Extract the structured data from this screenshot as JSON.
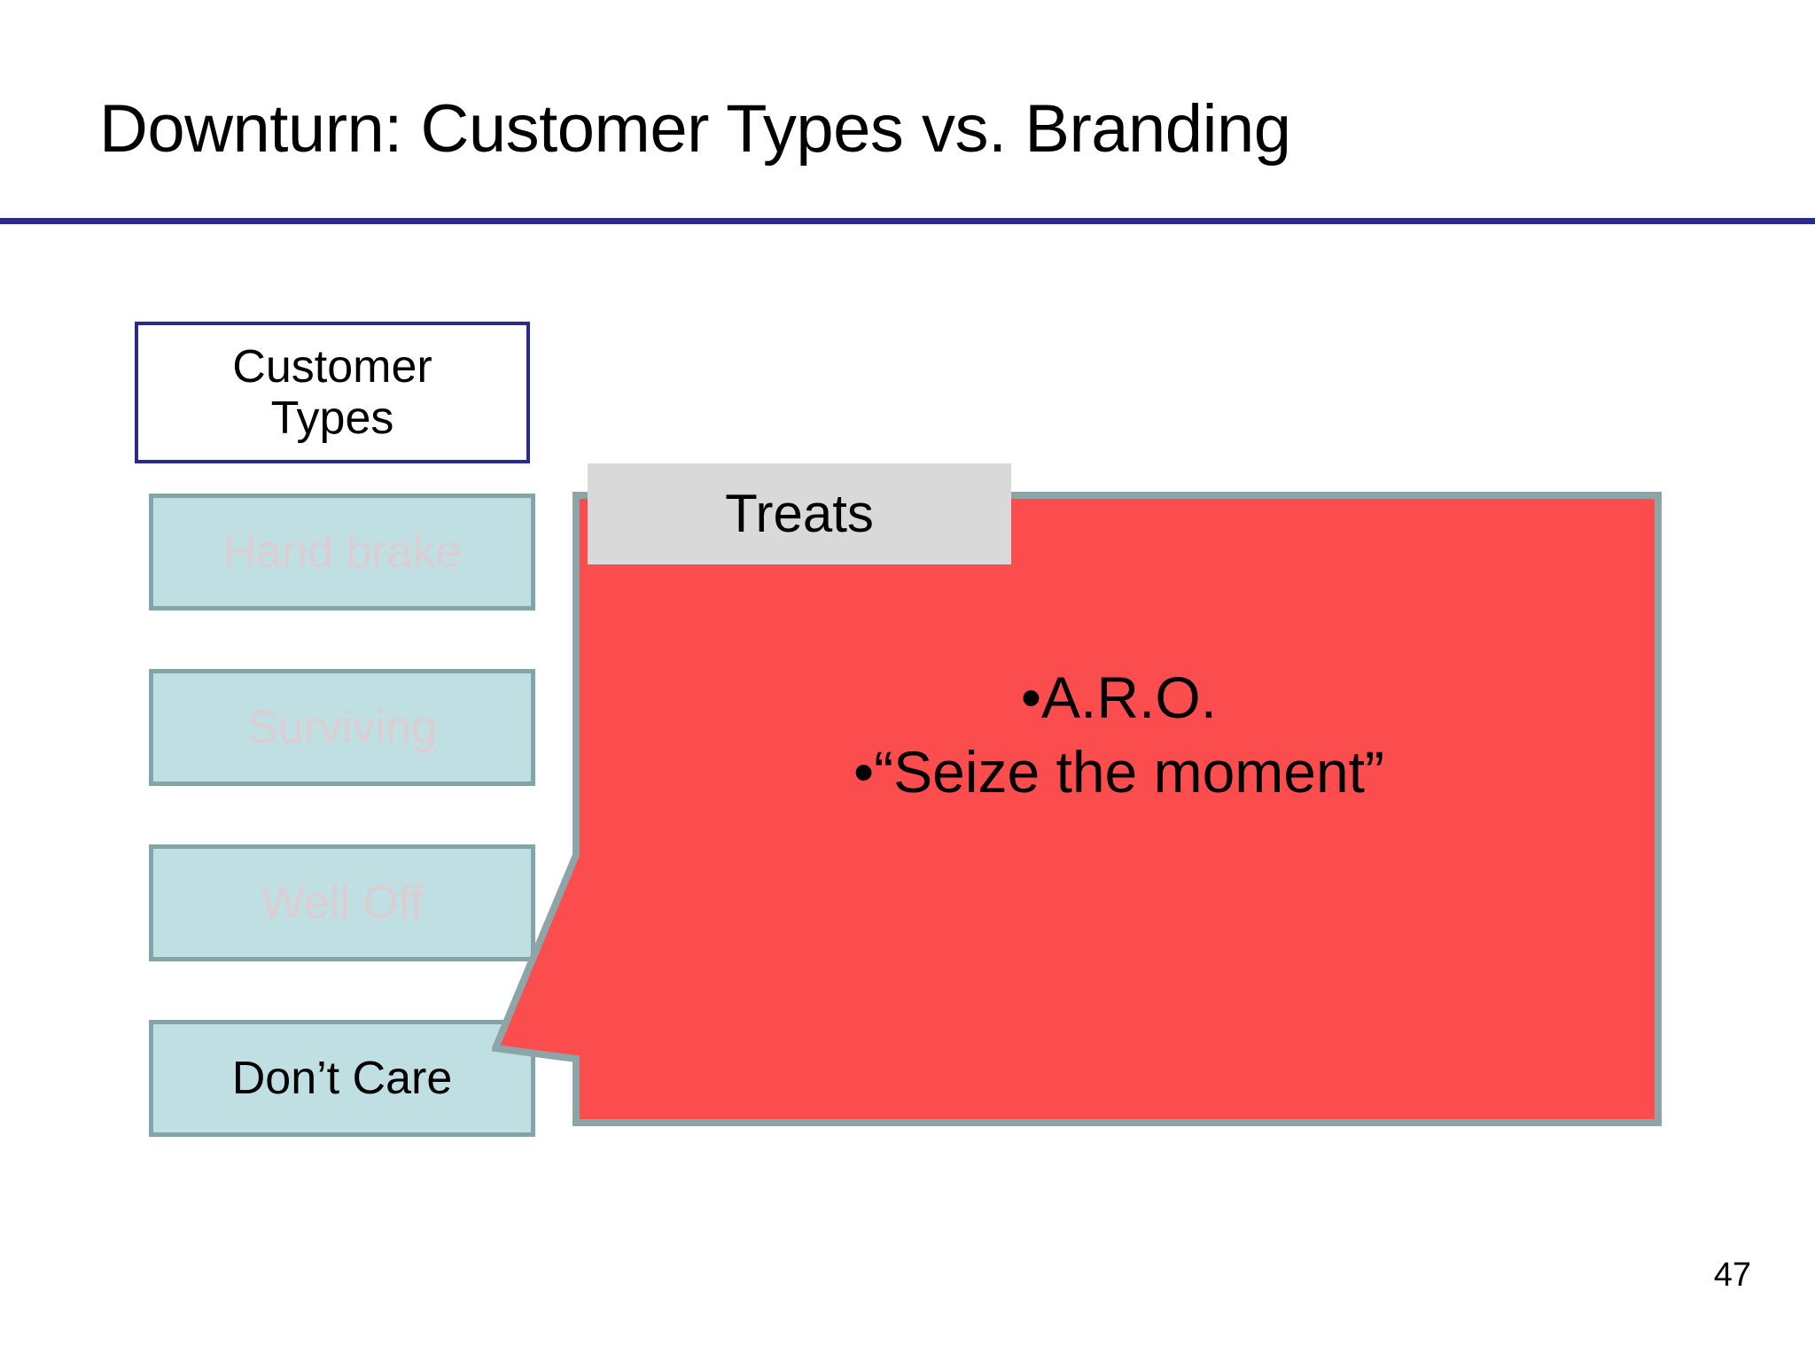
{
  "slide": {
    "title": "Downturn: Customer Types  vs. Branding",
    "page_number": "47",
    "colors": {
      "title_rule": "#2a2a8c",
      "header_border": "#2a2a8c",
      "type_box_fill": "#bfdfe2",
      "type_box_border": "#82a6a8",
      "type_box_faded_text": "#dccdd2",
      "callout_fill": "#fb4d4d",
      "callout_border": "#8ea5a8",
      "treats_fill": "#d9d9d9",
      "background": "#ffffff"
    }
  },
  "header_box": {
    "label": "Customer Types",
    "line1": "Customer",
    "line2": "Types"
  },
  "customer_types": [
    {
      "label": "Hand brake",
      "state": "faded"
    },
    {
      "label": "Surviving",
      "state": "faded"
    },
    {
      "label": "Well Off",
      "state": "faded"
    },
    {
      "label": "Don’t Care",
      "state": "solid"
    }
  ],
  "treats_banner": {
    "label": "Treats"
  },
  "callout": {
    "lines": [
      "•A.R.O.",
      "•“Seize the moment”"
    ]
  }
}
